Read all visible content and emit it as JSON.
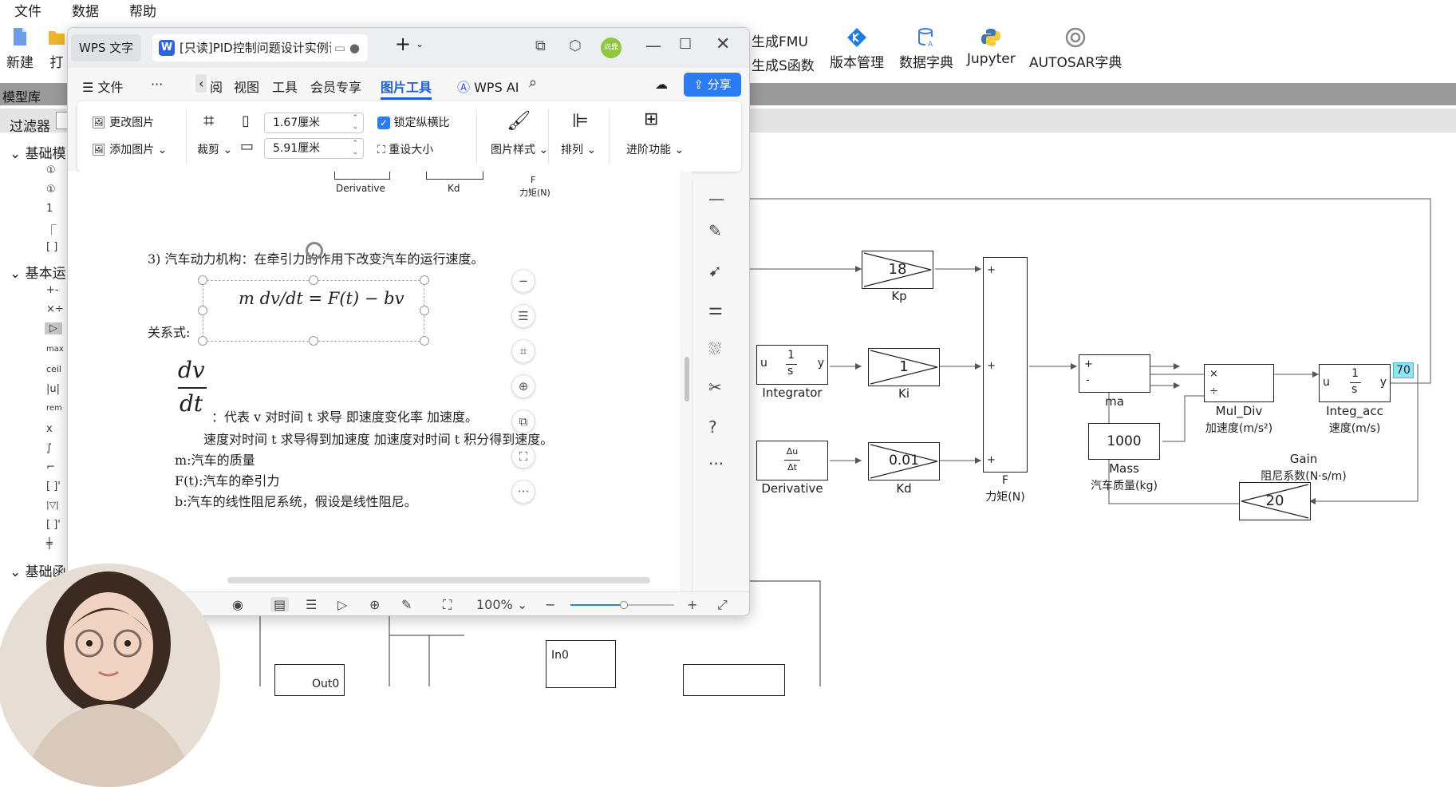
{
  "app": {
    "menu": [
      "文件",
      "数据",
      "帮助"
    ],
    "ribbon": {
      "new": "新建",
      "open_partial": "打",
      "fmu": "生成FMU",
      "s_func": "生成S函数",
      "version": "版本管理",
      "dict": "数据字典",
      "jupyter": "Jupyter",
      "autosar": "AUTOSAR字典"
    },
    "library_title": "模型库",
    "filter_label": "过滤器",
    "sidebar": {
      "cat1": "基础模",
      "cat2": "基本运",
      "cat3": "基础函",
      "items": [
        "①",
        "①",
        "1",
        "⎾",
        "[ ]",
        "+-",
        "×÷",
        "▷",
        "max",
        "ceil",
        "|u|",
        "rem",
        "x",
        "∫",
        "⌐",
        "[ ]'",
        "|▽|",
        "[ ]'",
        "╪"
      ]
    }
  },
  "diagram": {
    "blocks": {
      "kp": {
        "value": "18",
        "label": "Kp"
      },
      "ki": {
        "value": "1",
        "label": "Ki"
      },
      "kd": {
        "value": "0.01",
        "label": "Kd"
      },
      "integrator": {
        "label": "Integrator",
        "in": "u",
        "out": "y",
        "num": "1",
        "den": "s"
      },
      "derivative": {
        "label": "Derivative",
        "num": "Δu",
        "den": "Δt"
      },
      "sum_f": {
        "label": "F",
        "sublabel": "力矩(N)",
        "plus": "+"
      },
      "ma": {
        "label": "ma",
        "plus": "+",
        "minus": "-"
      },
      "mul_div": {
        "label": "Mul_Div",
        "sublabel": "加速度(m/s²)",
        "mul": "×",
        "div": "÷"
      },
      "integ_acc": {
        "label": "Integ_acc",
        "sublabel": "速度(m/s)",
        "in": "u",
        "out": "y",
        "num": "1",
        "den": "s"
      },
      "mass": {
        "value": "1000",
        "label": "Mass",
        "sublabel": "汽车质量(kg)"
      },
      "gain": {
        "value": "20",
        "label": "Gain",
        "sublabel": "阻尼系数(N·s/m)"
      },
      "display": {
        "value": "70"
      },
      "in0": {
        "label": "In0"
      },
      "out0": {
        "label": "Out0"
      }
    }
  },
  "wps": {
    "tabs": {
      "home": "WPS 文字",
      "doc": "[只读]PID控制问题设计实例讲",
      "new_tab": "+",
      "avatar": "问鼎"
    },
    "menu": {
      "file": "文件",
      "more": "···",
      "prev": "阅",
      "view": "视图",
      "tools": "工具",
      "member": "会员专享",
      "picture_tools": "图片工具",
      "ai": "WPS AI",
      "share": "分享"
    },
    "toolbar": {
      "change_pic": "更改图片",
      "add_pic": "添加图片",
      "crop": "裁剪",
      "width": "1.67厘米",
      "height": "5.91厘米",
      "lock_ratio": "锁定纵横比",
      "reset_size": "重设大小",
      "pic_style": "图片样式",
      "arrange": "排列",
      "advanced": "进阶功能"
    },
    "doc": {
      "top_derivative": "Derivative",
      "top_kd": "Kd",
      "top_f": "F",
      "top_torque": "力矩(N)",
      "section": "3) 汽车动力机构：在牵引力的作用下改变汽车的运行速度。",
      "relation": "关系式:",
      "formula": "m dv/dt = F(t) − bv",
      "dvdt_num": "dv",
      "dvdt_den": "dt",
      "desc1": "：代表 v 对时间 t 求导  即速度变化率   加速度。",
      "desc2": "速度对时间 t 求导得到加速度    加速度对时间 t 积分得到速度。",
      "m": "m:汽车的质量",
      "ft": "F(t):汽车的牵引力",
      "b": "b:汽车的线性阻尼系统，假设是线性阻尼。"
    },
    "status": {
      "zoom": "100%"
    }
  }
}
